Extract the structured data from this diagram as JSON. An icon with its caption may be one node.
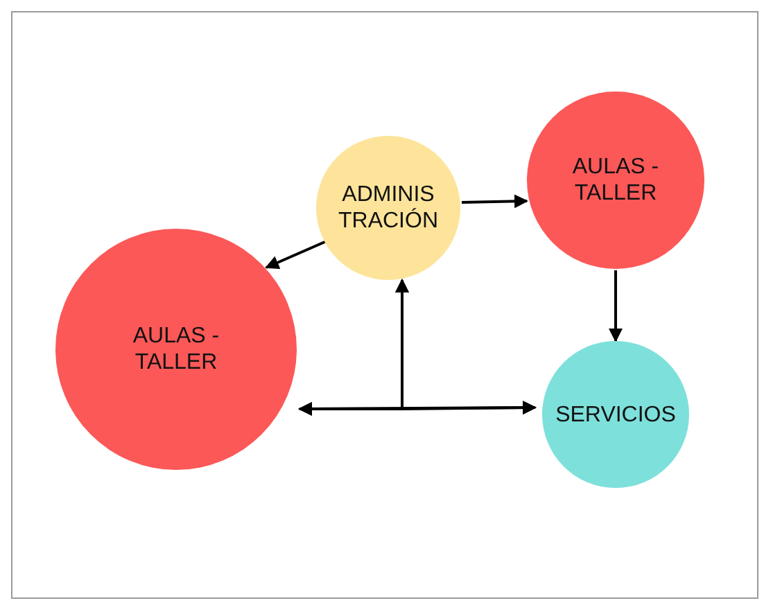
{
  "diagram": {
    "nodes": [
      {
        "text": [
          "ADMINIS TRACIÓN"
        ]
      },
      {
        "text": [
          "AULAS - TALLER"
        ]
      },
      {
        "text": [
          "AULAS - TALLER"
        ]
      },
      {
        "text": [
          "SERVICIOS"
        ]
      }
    ],
    "edges": [
      {
        "from": 0,
        "to": 1,
        "arrow": "to"
      },
      {
        "from": 0,
        "to": 2,
        "arrow": "to"
      },
      {
        "from": 1,
        "to": 3,
        "arrow": "to"
      },
      {
        "from": 2,
        "to": 3,
        "arrow": "both"
      },
      {
        "from": 2,
        "to": 0,
        "arrow": "both"
      },
      {
        "from": 3,
        "to": 0,
        "arrow": "both"
      }
    ]
  }
}
